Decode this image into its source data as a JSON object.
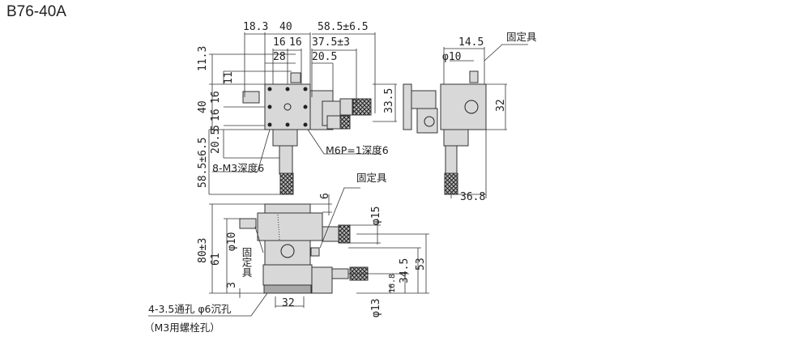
{
  "title": "B76-40A",
  "top_view": {
    "dims_top": [
      "18.3",
      "40",
      "58.5±6.5",
      "16",
      "16",
      "37.5±3",
      "28",
      "20.5"
    ],
    "dims_left": [
      "11.3",
      "11",
      "40",
      "16",
      "16",
      "5",
      "20.5",
      "58.5±6.5"
    ],
    "dim_right": "33.5",
    "label_center_hole": "M6P=1深度6",
    "label_tapped_holes": "8-M3深度6"
  },
  "side_view": {
    "dim_14_5": "14.5",
    "dim_phi10": "φ10",
    "label_fixture": "固定具",
    "dim_32": "32",
    "dim_36_8": "36.8"
  },
  "front_view": {
    "label_fixture": "固定具",
    "dim_6": "6",
    "dim_phi15": "φ15",
    "dim_80": "80±3",
    "dim_61": "61",
    "dim_phi10": "φ10",
    "label_fixture_vertical": "固定具",
    "dim_3": "3",
    "dim_32": "32",
    "dim_34_5": "34.5",
    "dim_53": "53",
    "dim_16_8": "16.8",
    "dim_phi13": "φ13",
    "note_line1": "4-3.5通孔 φ6沉孔",
    "note_line2": "（M3用螺栓孔）"
  }
}
